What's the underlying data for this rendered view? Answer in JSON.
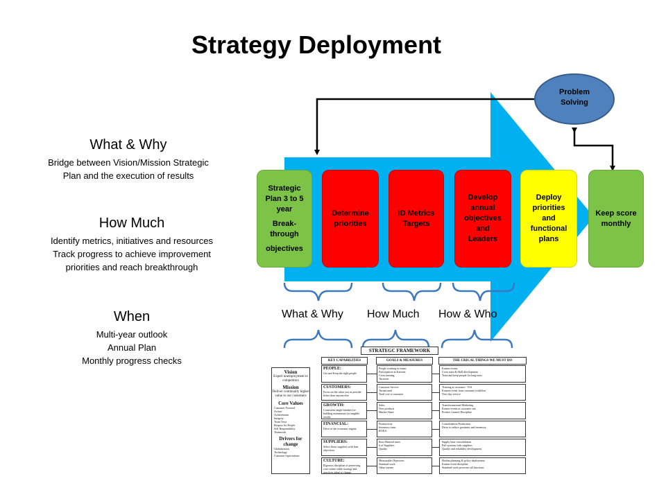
{
  "title": "Strategy Deployment",
  "left": {
    "what_why": {
      "heading": "What & Why",
      "lines": [
        "Bridge between Vision/Mission Strategic",
        "Plan and the execution of results"
      ]
    },
    "how_much": {
      "heading": "How Much",
      "lines": [
        "Identify metrics, initiatives and resources",
        "Track progress to achieve improvement",
        "priorities and reach breakthrough"
      ]
    },
    "when": {
      "heading": "When",
      "lines": [
        "Multi-year outlook",
        "Annual Plan",
        "Monthly  progress checks"
      ]
    }
  },
  "problem_solving": "Problem Solving",
  "steps": [
    {
      "lines": [
        "Strategic",
        "Plan 3 to 5",
        "year",
        "Break-",
        "through",
        "objectives"
      ],
      "color": "#7dc348"
    },
    {
      "lines": [
        "Determine",
        "priorities"
      ],
      "color": "#ff0000"
    },
    {
      "lines": [
        "ID Metrics",
        "Targets"
      ],
      "color": "#ff0000"
    },
    {
      "lines": [
        "Develop",
        "annual",
        "objectives",
        "and",
        "Leaders"
      ],
      "color": "#ff0000"
    },
    {
      "lines": [
        "Deploy",
        "priorities",
        "and",
        "functional",
        "plans"
      ],
      "color": "#ffff00"
    },
    {
      "lines": [
        "Keep score",
        "monthly"
      ],
      "color": "#7dc348"
    }
  ],
  "bracket_labels": [
    "What & Why",
    "How Much",
    "How & Who"
  ],
  "framework": {
    "title": "STRATEGC FRAMEWORK",
    "headers": [
      "KEY CAPABILITIES",
      "GOALS & MEASURES",
      "THE CRICAL THINGS WE MUST DO"
    ],
    "left_col": {
      "vision": "Vision",
      "vision_text": "Expert unemployment to competitors",
      "mission": "Mission",
      "mission_text": "Deliver continually higher value to our customers",
      "core_values": "Core Values",
      "core_values_items": [
        "Customer Focused",
        "Action",
        "Achievement",
        "Integrity",
        "Team Trust",
        "Respect for People",
        "Self Responsibility",
        "Teamwork"
      ],
      "drivers": "Drivers for change",
      "drivers_items": [
        "Globalization",
        "Technology",
        "Customer expectations"
      ]
    },
    "rows": [
      {
        "label": "PEOPLE:",
        "desc": "Get and Keep the right people",
        "goals": [
          "People working in teams",
          "Participation in Kaizens",
          "Cross training",
          "Turnover"
        ],
        "actions": [
          "Kaizen events",
          "Cross train & Skill development",
          "Train and keep people for long term"
        ]
      },
      {
        "label": "CUSTOMERS:",
        "desc": "Focus on the value you as provide better than anyone else",
        "goals": [
          "Customer Service",
          "Turnaround",
          "Total cost to customer"
        ],
        "actions": [
          "Training at customer - VSI",
          "Kaizens event from customer workflow",
          "Next day service"
        ]
      },
      {
        "label": "GROWTH:",
        "desc": "Consistent single mindset for building momentum for tangible results",
        "goals": [
          "Sales",
          "New products",
          "Market Share"
        ],
        "actions": [
          "Transformational Marketing",
          "Kaizen events at customer site",
          "Product Launch Discipline"
        ]
      },
      {
        "label": "FINANCIAL:",
        "desc": "Drive of the economic engine",
        "goals": [
          "Productivity",
          "Inventory turns",
          "RONA"
        ],
        "actions": [
          "Consolidation Production",
          "Drive to reduce greatness and inventory"
        ]
      },
      {
        "label": "SUPPLIERS:",
        "desc": "Select those suppliers with lean objectives",
        "goals": [
          "Raw Material turns",
          "# of Suppliers",
          "Quality"
        ],
        "actions": [
          "Supply base consolidation",
          "Pull systems with suppliers",
          "Quality and reliability development"
        ]
      },
      {
        "label": "CULTURE:",
        "desc": "Rigorous discipline of preserving core values while strategy and practices adapt to change",
        "goals": [
          "Measurable Objectives",
          "Standard work",
          "Value stream"
        ],
        "actions": [
          "Hoshin planning & policy deployment",
          "Kaizen event discipline",
          "Standard work processes all functions"
        ]
      }
    ]
  }
}
